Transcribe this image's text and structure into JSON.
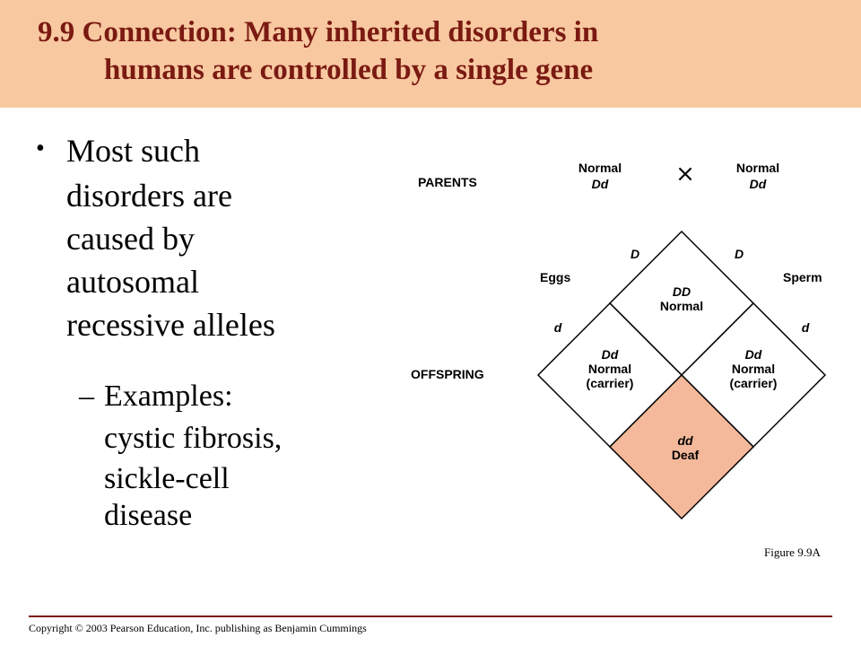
{
  "header": {
    "title_line1": "9.9  Connection:  Many inherited disorders in",
    "title_line2": "humans are controlled by a single gene"
  },
  "bullet": {
    "lines": [
      "Most such",
      "disorders are",
      "caused by",
      "autosomal",
      "recessive alleles"
    ],
    "sub_dash": "–",
    "sub_lines": [
      "Examples:",
      "cystic fibrosis,",
      "sickle-cell",
      "disease"
    ]
  },
  "diagram": {
    "parents_label": "PARENTS",
    "offspring_label": "OFFSPRING",
    "parent1": {
      "phenotype": "Normal",
      "genotype": "Dd"
    },
    "parent2": {
      "phenotype": "Normal",
      "genotype": "Dd"
    },
    "cross_symbol": "×",
    "eggs_label": "Eggs",
    "sperm_label": "Sperm",
    "egg_alleles": [
      "D",
      "d"
    ],
    "sperm_alleles": [
      "D",
      "d"
    ],
    "cells": {
      "top": {
        "genotype": "DD",
        "phenotype": "Normal"
      },
      "left": {
        "genotype": "Dd",
        "phenotype": "Normal",
        "note": "(carrier)"
      },
      "right": {
        "genotype": "Dd",
        "phenotype": "Normal",
        "note": "(carrier)"
      },
      "bottom": {
        "genotype": "dd",
        "phenotype": "Deaf"
      }
    },
    "colors": {
      "affected_fill": "#f4b99a",
      "outline": "#000000"
    }
  },
  "figure_caption": "Figure 9.9A",
  "footer": {
    "copyright": "Copyright © 2003 Pearson Education, Inc. publishing as Benjamin Cummings"
  }
}
